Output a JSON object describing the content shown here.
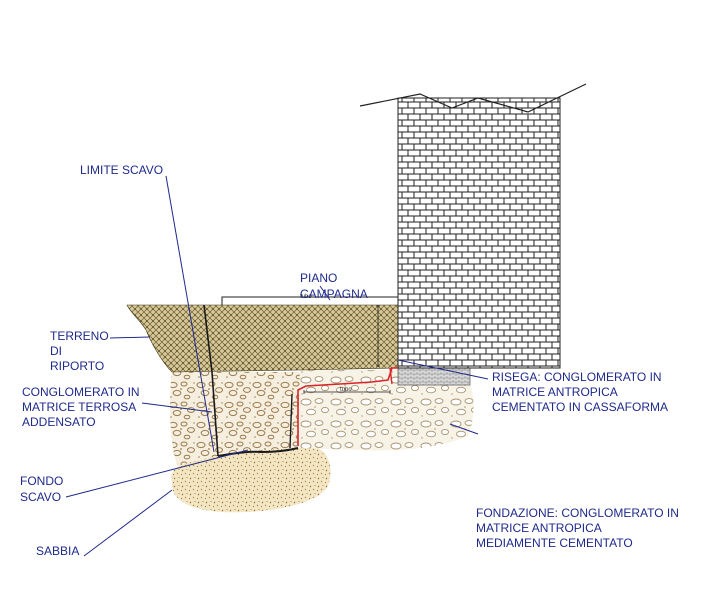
{
  "labels": {
    "limite_scavo": "LIMITE SCAVO",
    "piano_campagna": [
      "PIANO",
      "CAMPAGNA"
    ],
    "terreno_riporto": [
      "TERRENO",
      "DI",
      "RIPORTO"
    ],
    "conglomerato_terrosa": [
      "CONGLOMERATO IN",
      "MATRICE TERROSA",
      "ADDENSATO"
    ],
    "risega": [
      "RISEGA: CONGLOMERATO IN",
      "MATRICE ANTROPICA",
      "CEMENTATO IN CASSAFORMA"
    ],
    "fondo_scavo": [
      "FONDO",
      "SCAVO"
    ],
    "sabbia": "SABBIA",
    "fondazione": [
      "FONDAZIONE: CONGLOMERATO IN",
      "MATRICE ANTROPICA",
      "MEDIAMENTE CEMENTATO"
    ],
    "dim_small": [
      "tubo",
      "tubo"
    ]
  },
  "colors": {
    "label_text": "#1f2a8c",
    "leader_line": "#1f2a8c",
    "fill_soil": "#8c7a42",
    "sand": "#c9a96a",
    "stone": "#9b7b4c",
    "brick_line": "#222222",
    "red_outline": "#d8262a"
  }
}
